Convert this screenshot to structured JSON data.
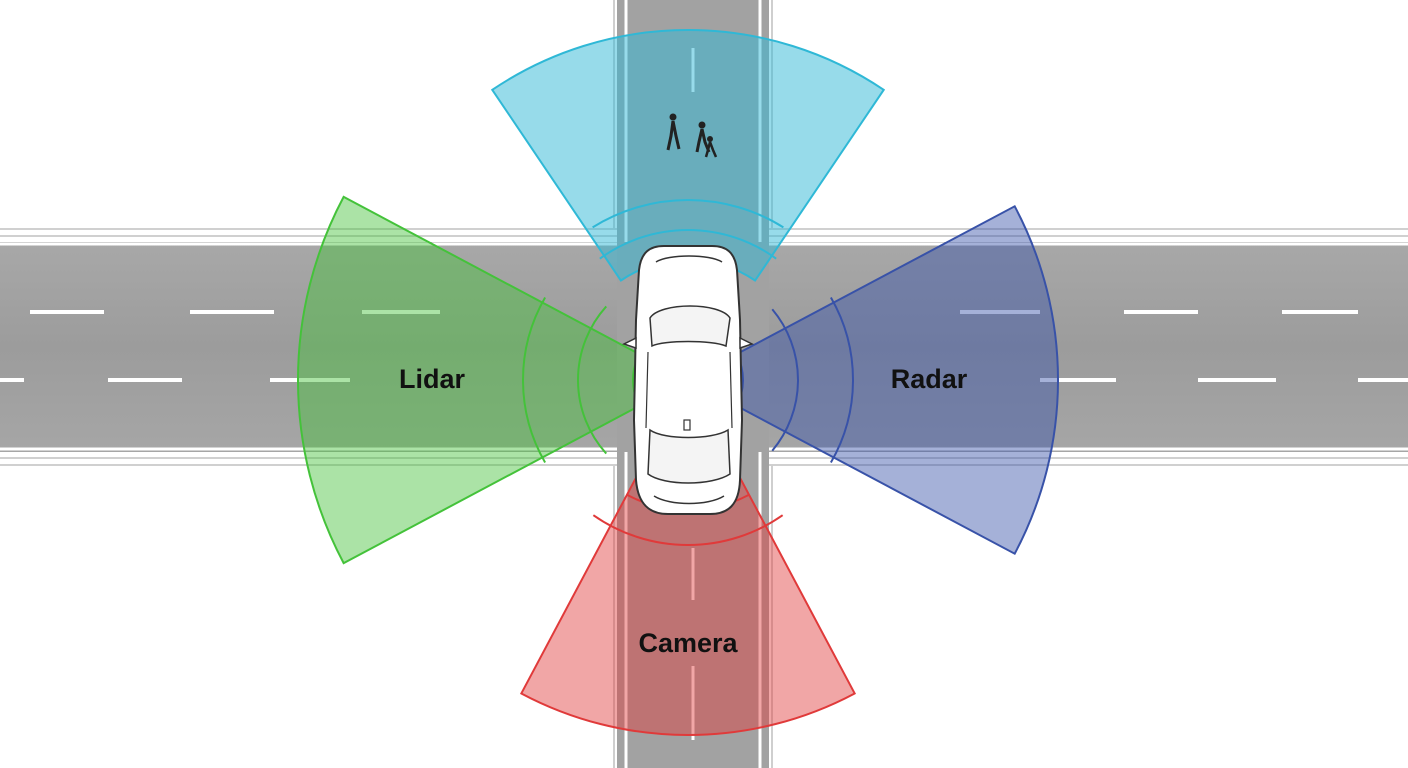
{
  "diagram": {
    "sensors": [
      {
        "id": "lidar",
        "label": "Lidar",
        "color": "#44c23a"
      },
      {
        "id": "radar",
        "label": "Radar",
        "color": "#3852a8"
      },
      {
        "id": "camera",
        "label": "Camera",
        "color": "#e03a3a"
      },
      {
        "id": "front-camera",
        "label": "",
        "color": "#2fb8d6"
      }
    ],
    "road_color": "#9a9a9a",
    "marking_color": "#ffffff"
  }
}
